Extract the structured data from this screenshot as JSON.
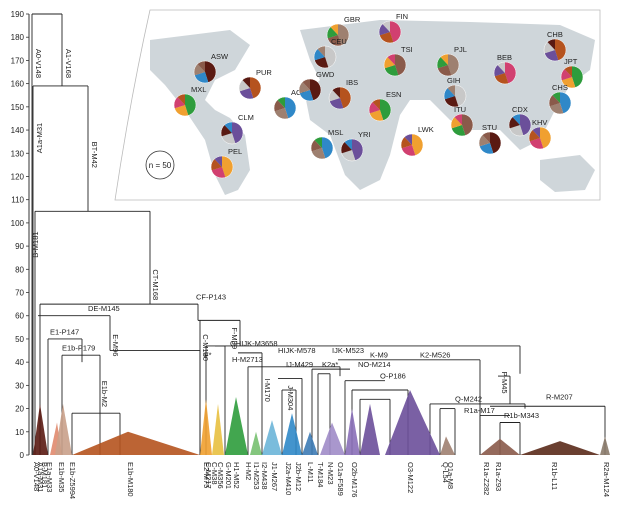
{
  "y_axis": {
    "ticks": [
      "0",
      "10",
      "20",
      "30",
      "40",
      "50",
      "60",
      "70",
      "80",
      "90",
      "100",
      "110",
      "120",
      "130",
      "140",
      "150",
      "160",
      "170",
      "180",
      "190"
    ]
  },
  "tree": {
    "top_left_label": "A0-V148",
    "top_right_label": "A1-V168",
    "a1a": "A1a-M31",
    "bt": "BT-M42",
    "b": "B-M181",
    "ct": "CT-M168",
    "de": "DE-M145",
    "e": "E-M96",
    "e1": "E1-P147",
    "e1b": "E1b-P179",
    "e1bm2": "E1b-M2",
    "cf": "CF-P143",
    "c": "C-M130",
    "f": "F-M89",
    "fstar": "F*",
    "ghijk": "GHIJK-M3658",
    "hijk": "HIJK-M578",
    "ijk": "IJK-M523",
    "k": "K-M9",
    "k2": "K2-M526",
    "h": "H-M2713",
    "ij": "IJ-M429",
    "j": "J-M304",
    "i": "I-M170",
    "k2a": "K2a*",
    "no": "NO-M214",
    "o": "O-P186",
    "p": "P-M45",
    "q": "Q-M242",
    "r": "R-M207",
    "r1a": "R1a-M17",
    "r1b": "R1b-M343"
  },
  "leaves": [
    "A0-V148",
    "A1a-M31",
    "B-M181",
    "E1a-M33",
    "E1b-M35",
    "E1b-Z5994",
    "E1b-M180",
    "E2-M75",
    "C-M217",
    "C-M38",
    "C-M356",
    "G-M201",
    "H1-M52",
    "H-M2",
    "I1-M253",
    "I2-M438",
    "J1-M267",
    "J2a-M410",
    "J2b-M12",
    "L-M11",
    "T-M184",
    "N-M23",
    "O1a-F589",
    "O2b-M176",
    "O3-M122",
    "Q-L54",
    "O1a-M8",
    "R1a-Z282",
    "R1a-Z93",
    "R1b-L11",
    "R2a-M124"
  ],
  "map": {
    "populations": [
      "ASW",
      "PUR",
      "MXL",
      "ACB",
      "CLM",
      "PEL",
      "GBR",
      "CEU",
      "FIN",
      "TSI",
      "GWD",
      "IBS",
      "ESN",
      "MSL",
      "YRI",
      "LWK",
      "PJL",
      "GIH",
      "BEB",
      "ITU",
      "STU",
      "CHB",
      "JPT",
      "CHS",
      "CDX",
      "KHV"
    ],
    "scale_label": "n = 50"
  },
  "colors": {
    "map_land": "#cfd6da",
    "haplo_a": "#5a1a12",
    "haplo_e": "#b5531e",
    "haplo_g": "#2e9c3c",
    "haplo_i": "#2f88c8",
    "haplo_o": "#6b4f9a",
    "haplo_r": "#5a2a1a"
  }
}
